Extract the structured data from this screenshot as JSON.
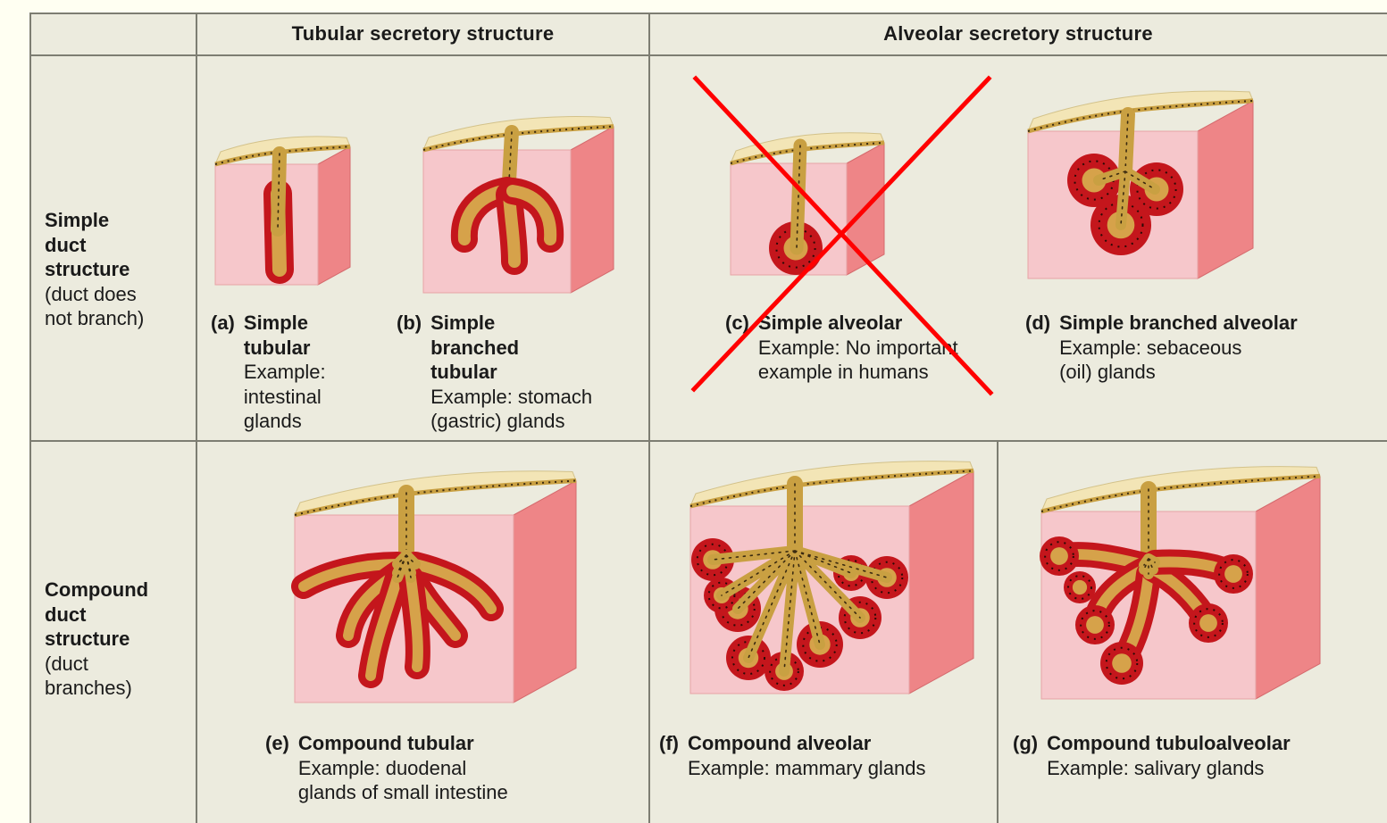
{
  "columns": {
    "tubular": "Tubular secretory structure",
    "alveolar": "Alveolar secretory structure"
  },
  "rows": {
    "simple": {
      "title": [
        "Simple",
        "duct",
        "structure"
      ],
      "note": [
        "(duct does",
        "not branch)"
      ]
    },
    "compound": {
      "title": [
        "Compound",
        "duct",
        "structure"
      ],
      "note": [
        "(duct",
        "branches)"
      ]
    }
  },
  "glands": {
    "a": {
      "letter": "(a)",
      "title": [
        "Simple",
        "tubular"
      ],
      "example": [
        "Example:",
        "intestinal",
        "glands"
      ]
    },
    "b": {
      "letter": "(b)",
      "title": [
        "Simple",
        "branched",
        "tubular"
      ],
      "example": [
        "Example: stomach",
        "(gastric) glands"
      ]
    },
    "c": {
      "letter": "(c)",
      "title": [
        "Simple alveolar"
      ],
      "example": [
        "Example: No important",
        "example in humans"
      ],
      "crossed_out": true
    },
    "d": {
      "letter": "(d)",
      "title": [
        "Simple branched alveolar"
      ],
      "example": [
        "Example: sebaceous",
        "(oil) glands"
      ]
    },
    "e": {
      "letter": "(e)",
      "title": [
        "Compound tubular"
      ],
      "example": [
        "Example: duodenal",
        "glands of small intestine"
      ]
    },
    "f": {
      "letter": "(f)",
      "title": [
        "Compound alveolar"
      ],
      "example": [
        "Example: mammary glands"
      ]
    },
    "g": {
      "letter": "(g)",
      "title": [
        "Compound tubuloalveolar"
      ],
      "example": [
        "Example: salivary glands"
      ]
    }
  },
  "colors": {
    "tissue_front": "#f6c7cb",
    "tissue_side": "#ee8587",
    "surface": "#f3e5b6",
    "duct": "#c9a042",
    "secretory": "#c4161c",
    "strike": "#ff0000"
  }
}
